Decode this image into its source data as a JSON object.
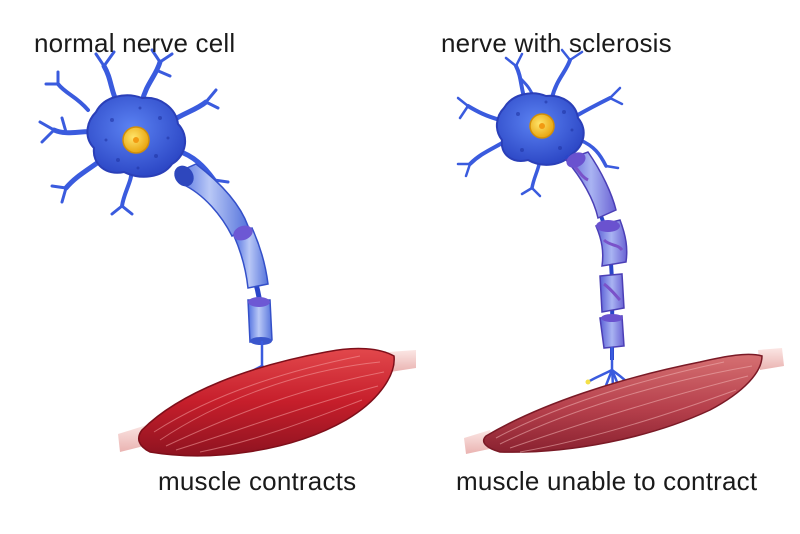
{
  "labels": {
    "normal_nerve": "normal nerve cell",
    "sclerosis_nerve": "nerve with sclerosis",
    "muscle_normal": "muscle contracts",
    "muscle_sclerosis": "muscle unable to contract"
  },
  "colors": {
    "neuron_body": "#3f63e3",
    "neuron_dark": "#2a3fb8",
    "nucleus": "#f4c21e",
    "myelin": "#7f98e8",
    "damaged_myelin": "#8a6fd6",
    "muscle_contracted": "#c8202b",
    "muscle_relaxed": "#c0505a",
    "tendon": "#f6d2d0"
  }
}
